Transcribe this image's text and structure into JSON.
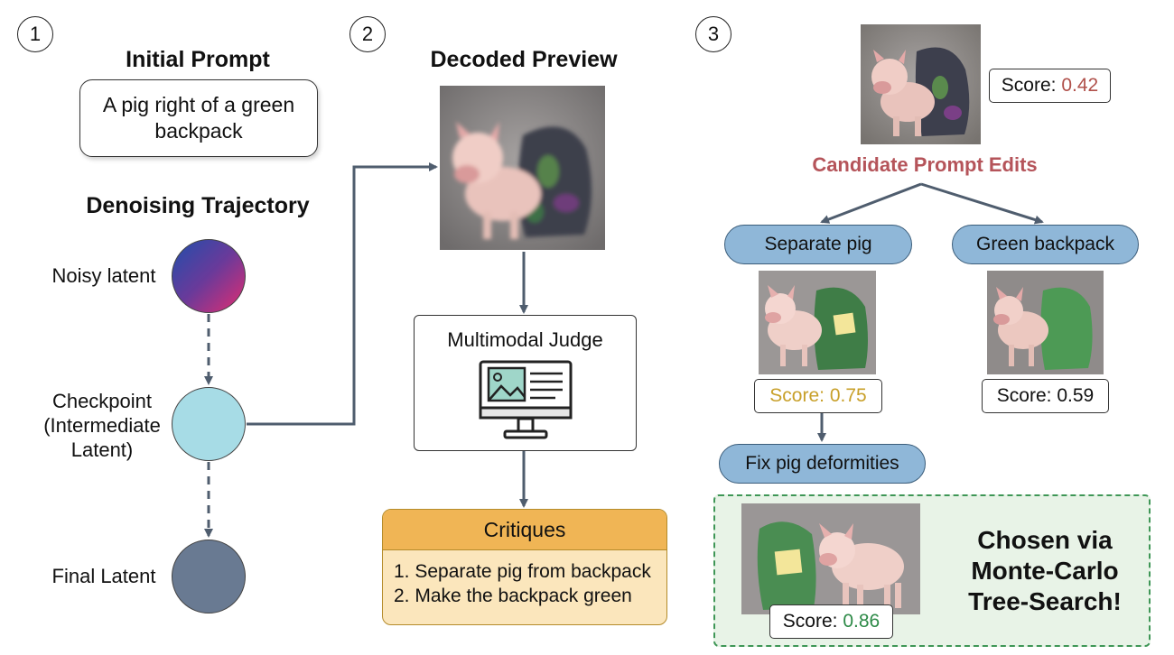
{
  "steps": [
    "1",
    "2",
    "3"
  ],
  "section1": {
    "title": "Initial Prompt",
    "prompt_text": "A pig right of a green backpack",
    "trajectory_title": "Denoising Trajectory",
    "nodes": {
      "noisy": "Noisy latent",
      "checkpoint": "Checkpoint\n(Intermediate\nLatent)",
      "final": "Final Latent"
    }
  },
  "section2": {
    "title": "Decoded Preview",
    "judge_title": "Multimodal Judge",
    "critiques_title": "Critiques",
    "critiques": [
      "1. Separate pig from backpack",
      "2. Make the backpack green"
    ]
  },
  "section3": {
    "initial_score_label": "Score: ",
    "initial_score_value": "0.42",
    "candidates_title": "Candidate Prompt Edits",
    "edits": [
      {
        "label": "Separate pig",
        "score_label": "Score: ",
        "score_value": "0.75"
      },
      {
        "label": "Green backpack",
        "score_label": "Score: ",
        "score_value": "0.59"
      }
    ],
    "fix_label": "Fix pig deformities",
    "chosen_score_label": "Score: ",
    "chosen_score_value": "0.86",
    "chosen_text": "Chosen via\nMonte-Carlo\nTree-Search!"
  },
  "colors": {
    "arrow": "#4f5d6e",
    "low_score": "#b0504a",
    "mid_score": "#c8a02a",
    "high_score": "#2d8a47",
    "candidate_title": "#b5545a",
    "pill_fill": "#8fb7d8",
    "checkpoint_fill": "#a7dce6",
    "final_fill": "#697a92",
    "critique_header": "#f0b555",
    "critique_body": "#fbe6bc",
    "chosen_fill": "#e8f3e7",
    "chosen_border": "#3e9656"
  }
}
